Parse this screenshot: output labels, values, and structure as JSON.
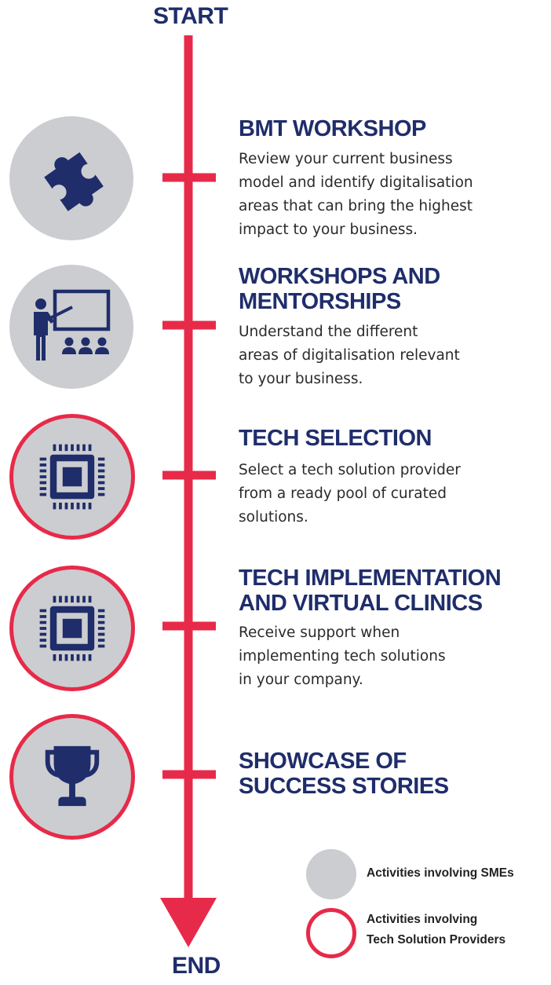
{
  "start_label": "START",
  "end_label": "END",
  "colors": {
    "navy": "#1f2d6b",
    "red": "#e72a49",
    "grey": "#cccdd0",
    "text": "#2a2a2a"
  },
  "steps": [
    {
      "icon": "puzzle-piece-icon",
      "circle_style": "sme",
      "title_lines": [
        "BMT WORKSHOP"
      ],
      "desc_lines": [
        "Review your current business",
        "model and identify digitalisation",
        "areas that can bring the highest",
        "impact to your business."
      ]
    },
    {
      "icon": "presenter-icon",
      "circle_style": "sme",
      "title_lines": [
        "WORKSHOPS AND",
        "MENTORSHIPS"
      ],
      "desc_lines": [
        "Understand the different",
        "areas of digitalisation relevant",
        "to your business."
      ]
    },
    {
      "icon": "microchip-icon",
      "circle_style": "tech",
      "title_lines": [
        "TECH SELECTION"
      ],
      "desc_lines": [
        "Select a tech solution provider",
        "from a ready pool of curated",
        "solutions."
      ]
    },
    {
      "icon": "microchip-icon",
      "circle_style": "tech",
      "title_lines": [
        "TECH IMPLEMENTATION",
        "AND VIRTUAL CLINICS"
      ],
      "desc_lines": [
        "Receive support when",
        "implementing tech solutions",
        "in your company."
      ]
    },
    {
      "icon": "trophy-icon",
      "circle_style": "tech",
      "title_lines": [
        "SHOWCASE OF",
        "SUCCESS STORIES"
      ],
      "desc_lines": []
    }
  ],
  "legend": [
    {
      "style": "sme",
      "lines": [
        "Activities involving SMEs"
      ]
    },
    {
      "style": "tech",
      "lines": [
        "Activities involving",
        "Tech Solution Providers"
      ]
    }
  ]
}
